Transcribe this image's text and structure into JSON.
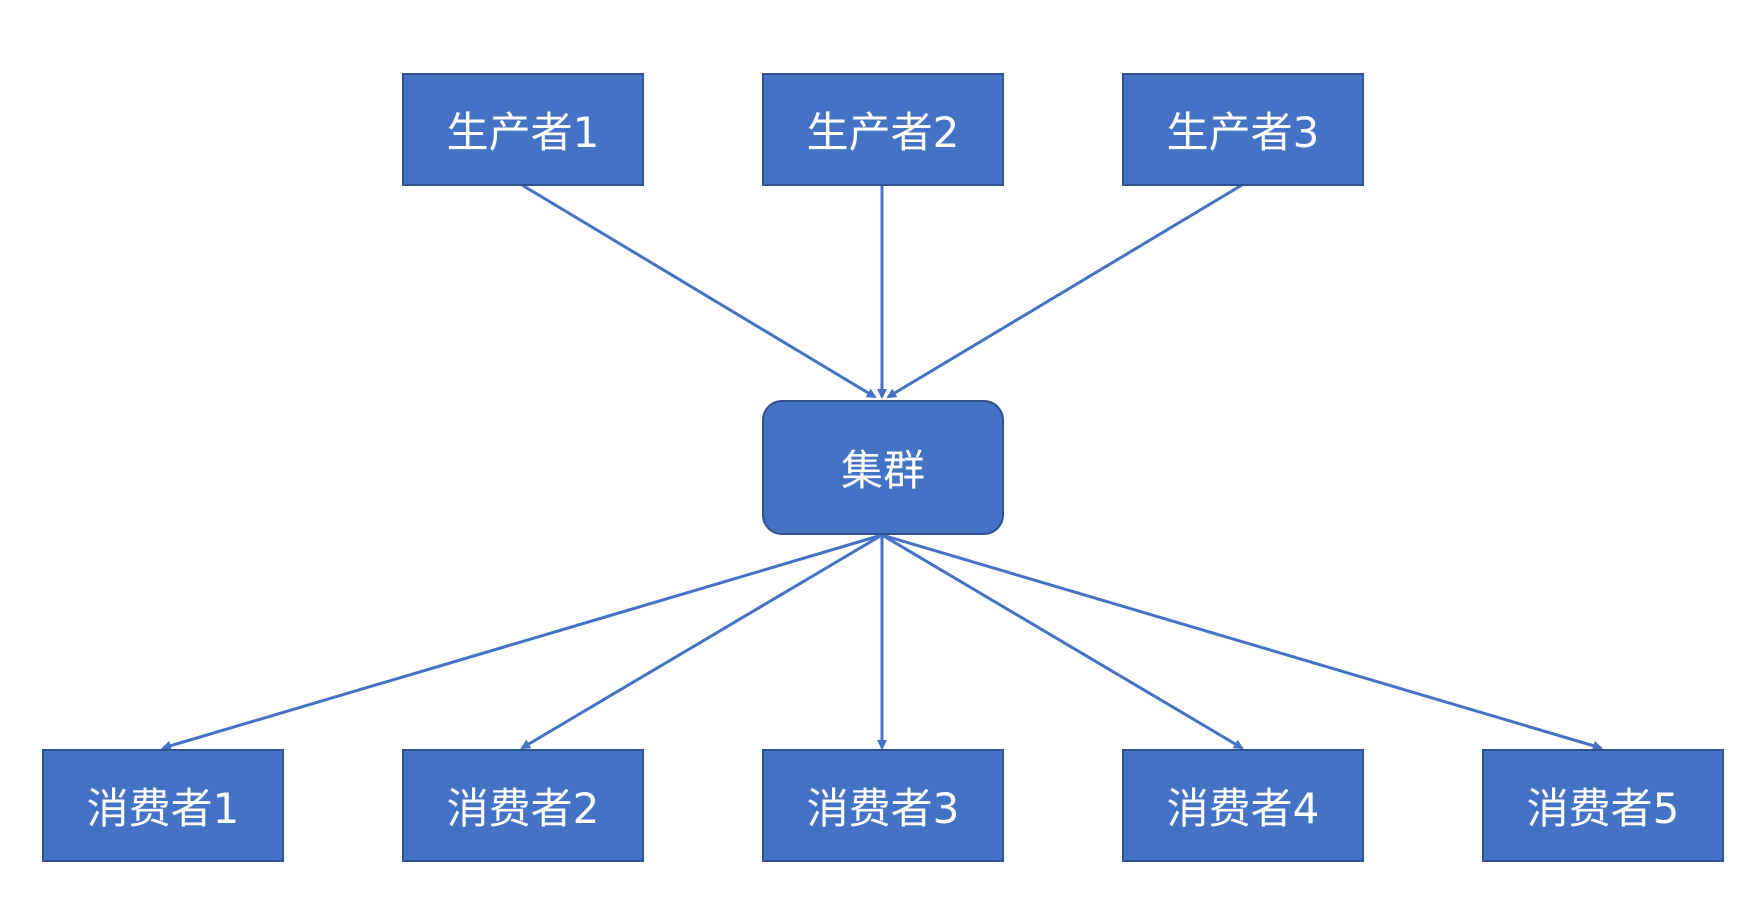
{
  "diagram": {
    "colors": {
      "node_fill": "#4472c4",
      "node_border": "#2f528f",
      "edge": "#4472c4",
      "text": "#ffffff"
    },
    "producers": [
      {
        "label": "生产者1"
      },
      {
        "label": "生产者2"
      },
      {
        "label": "生产者3"
      }
    ],
    "cluster": {
      "label": "集群"
    },
    "consumers": [
      {
        "label": "消费者1"
      },
      {
        "label": "消费者2"
      },
      {
        "label": "消费者3"
      },
      {
        "label": "消费者4"
      },
      {
        "label": "消费者5"
      }
    ],
    "edges": [
      {
        "from": "生产者1",
        "to": "集群"
      },
      {
        "from": "生产者2",
        "to": "集群"
      },
      {
        "from": "生产者3",
        "to": "集群"
      },
      {
        "from": "集群",
        "to": "消费者1"
      },
      {
        "from": "集群",
        "to": "消费者2"
      },
      {
        "from": "集群",
        "to": "消费者3"
      },
      {
        "from": "集群",
        "to": "消费者4"
      },
      {
        "from": "集群",
        "to": "消费者5"
      }
    ]
  }
}
